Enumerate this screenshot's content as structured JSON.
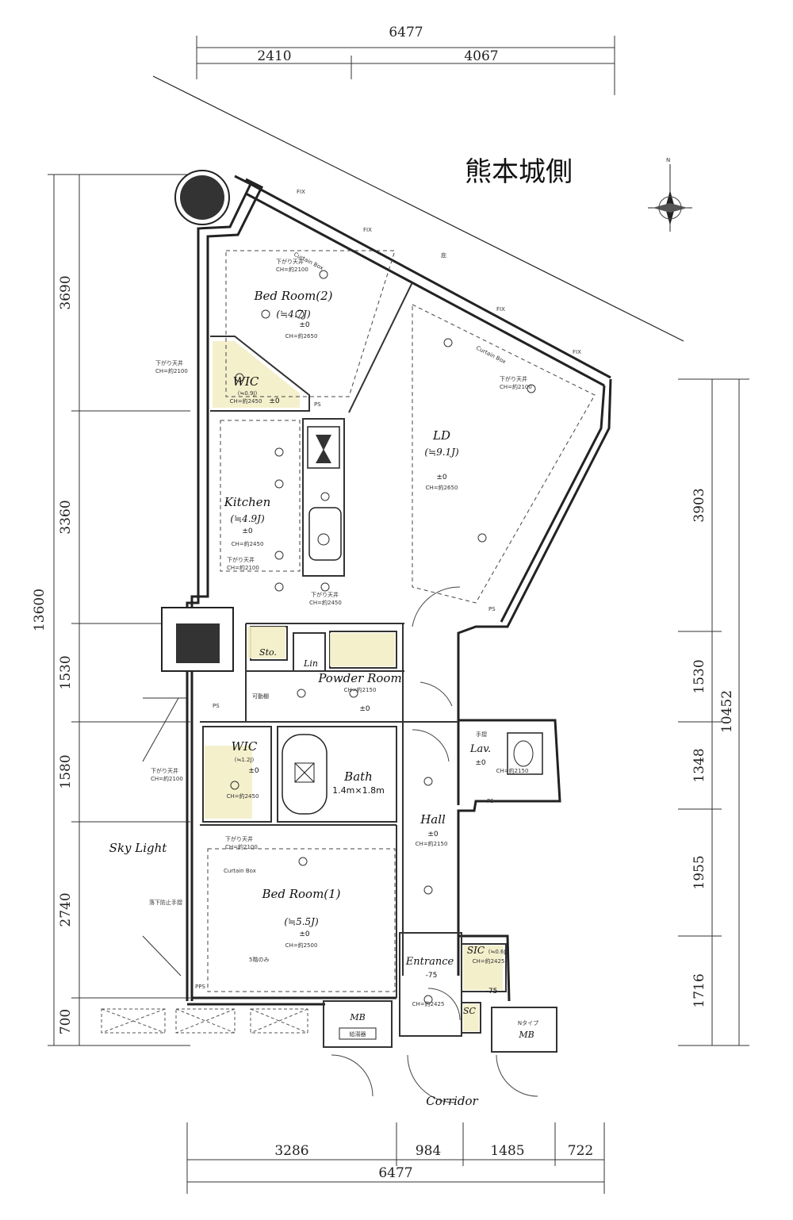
{
  "title": "熊本城側",
  "compass": {
    "north_label": "N"
  },
  "dimensions": {
    "top_total": "6477",
    "top_left": "2410",
    "top_right": "4067",
    "left_total": "13600",
    "left_segments": [
      "3690",
      "3360",
      "1530",
      "1580",
      "2740",
      "700"
    ],
    "right_total": "10452",
    "right_segments": [
      "3903",
      "1530",
      "1348",
      "1955",
      "1716"
    ],
    "bottom_segments": [
      "3286",
      "984",
      "1485",
      "722"
    ],
    "bottom_total": "6477"
  },
  "rooms": {
    "bedroom2": {
      "name": "Bed Room(2)",
      "size": "(≒4.7J)",
      "level": "±0",
      "ch": "CH=約2650"
    },
    "wic_upper": {
      "name": "WIC",
      "size": "(≒0.9J)",
      "level": "±0",
      "ch": "CH=約2450"
    },
    "ld": {
      "name": "LD",
      "size": "(≒9.1J)",
      "level": "±0",
      "ch": "CH=約2650"
    },
    "kitchen": {
      "name": "Kitchen",
      "size": "(≒4.9J)",
      "level": "±0",
      "ch": "CH=約2450"
    },
    "sto": {
      "name": "Sto."
    },
    "lin": {
      "name": "Lin"
    },
    "powder": {
      "name": "Powder Room",
      "level": "±0",
      "ch": "CH=約2150"
    },
    "wic_lower": {
      "name": "WIC",
      "size": "(≒1.2J)",
      "level": "±0",
      "ch": "CH=約2450"
    },
    "bath": {
      "name": "Bath",
      "size": "1.4m×1.8m"
    },
    "lav": {
      "name": "Lav.",
      "level": "±0",
      "ch": "CH=約2150"
    },
    "hall": {
      "name": "Hall",
      "level": "±0",
      "ch": "CH=約2150"
    },
    "bedroom1": {
      "name": "Bed Room(1)",
      "size": "(≒5.5J)",
      "level": "±0",
      "ch": "CH=約2500"
    },
    "entrance": {
      "name": "Entrance",
      "level": "-75",
      "ch": "CH=約2425"
    },
    "sic": {
      "name": "SIC",
      "size": "(≒0.6J)",
      "level": "-75",
      "ch": "CH=約2425"
    },
    "sc": {
      "name": "SC"
    },
    "mb_left": {
      "name": "MB",
      "sub": "給湯器"
    },
    "mb_right": {
      "name": "MB",
      "sub": "Nタイプ"
    }
  },
  "labels": {
    "sky_light": "Sky Light",
    "corridor": "Corridor",
    "ps": "PS",
    "pps": "PPS",
    "fix": "FIX",
    "curtain_box": "Curtain Box",
    "dropped_ceiling": "下がり天井",
    "ch_2100": "CH=約2100",
    "ch_2450": "CH=約2450",
    "ch_2150": "CH=約2150",
    "movable_shelf": "可動棚",
    "handrail": "手摺",
    "fall_prevention": "落下防止手摺",
    "fifth_floor_only": "5階のみ",
    "eaves": "庇"
  }
}
